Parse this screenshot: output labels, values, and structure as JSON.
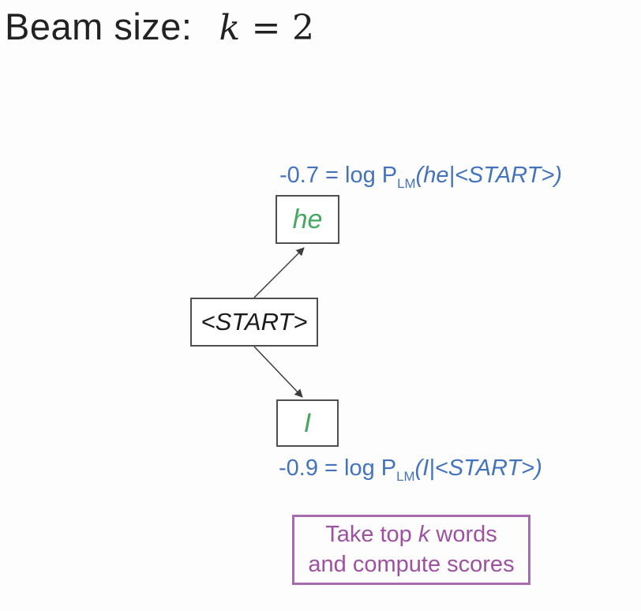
{
  "title": {
    "label": "Beam size:",
    "k": "k",
    "equals": "=",
    "value": "2"
  },
  "annotations": {
    "top": {
      "score": "-0.7",
      "equals": " = ",
      "log": "log P",
      "sub": "LM",
      "open_paren": "(",
      "word": "he",
      "bar": "|",
      "condition": "<START>",
      "close_paren": ")"
    },
    "bottom": {
      "score": "-0.9",
      "equals": " = ",
      "log": "log P",
      "sub": "LM",
      "open_paren": "(",
      "word": "I",
      "bar": "|",
      "condition": "<START>",
      "close_paren": ")"
    }
  },
  "tree": {
    "root": {
      "label": "<START>"
    },
    "children": [
      {
        "label": "he",
        "score": "-0.7"
      },
      {
        "label": "I",
        "score": "-0.9"
      }
    ]
  },
  "callout": {
    "line1_pre": "Take top ",
    "line1_var": "k",
    "line1_post": " words",
    "line2": "and compute scores"
  },
  "colors": {
    "annotation_blue": "#4273bc",
    "word_green": "#44a95f",
    "callout_purple": "#9e51a1",
    "callout_border": "#a86bb0",
    "node_border": "#4f4f4f",
    "line": "#3c3c3c",
    "background": "#fdfdfd"
  }
}
